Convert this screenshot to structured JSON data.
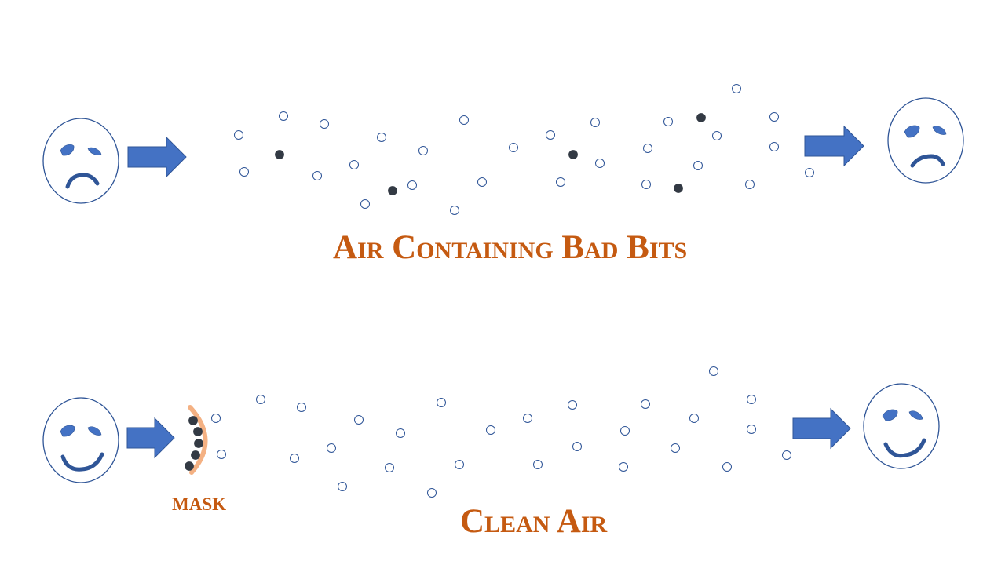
{
  "colors": {
    "arrow": "#4472c4",
    "outline": "#2f5597",
    "eye": "#4472c4",
    "mouth": "#2f5597",
    "particle_clean": "#2f5597",
    "particle_bad": "#333a44",
    "mask": "#f4b183",
    "caption": "#c55a11"
  },
  "top_row": {
    "title": "Air Containing Bad Bits",
    "left_face": "sad",
    "right_face": "sad"
  },
  "bottom_row": {
    "title": "Clean Air",
    "mask_label": "MASK",
    "left_face": "happy",
    "right_face": "happy"
  }
}
